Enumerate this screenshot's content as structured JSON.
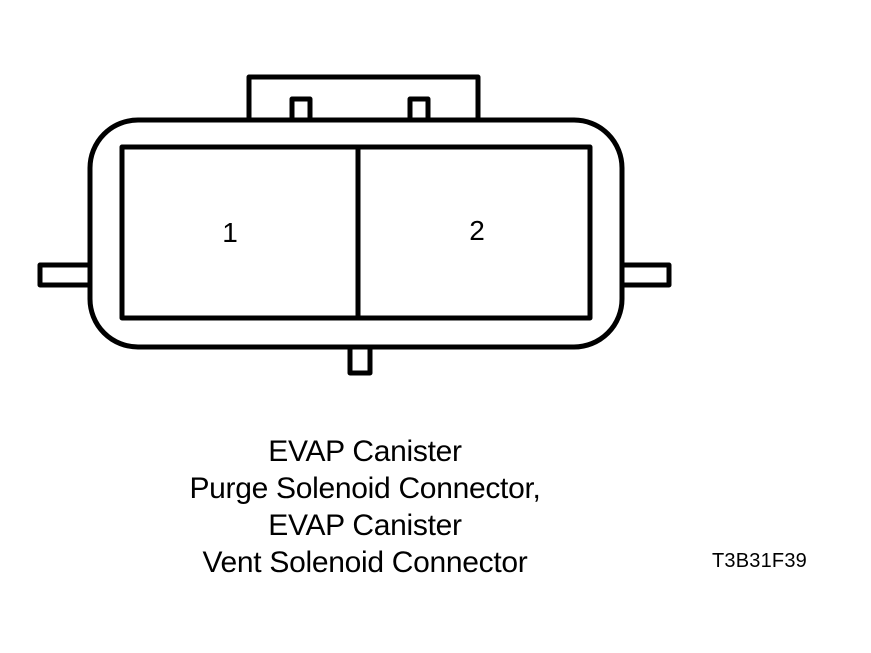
{
  "connector": {
    "pins": [
      {
        "label": "1"
      },
      {
        "label": "2"
      }
    ]
  },
  "caption": {
    "lines": [
      "EVAP Canister",
      "Purge Solenoid Connector,",
      "EVAP Canister",
      "Vent Solenoid Connector"
    ]
  },
  "figure_id": "T3B31F39"
}
